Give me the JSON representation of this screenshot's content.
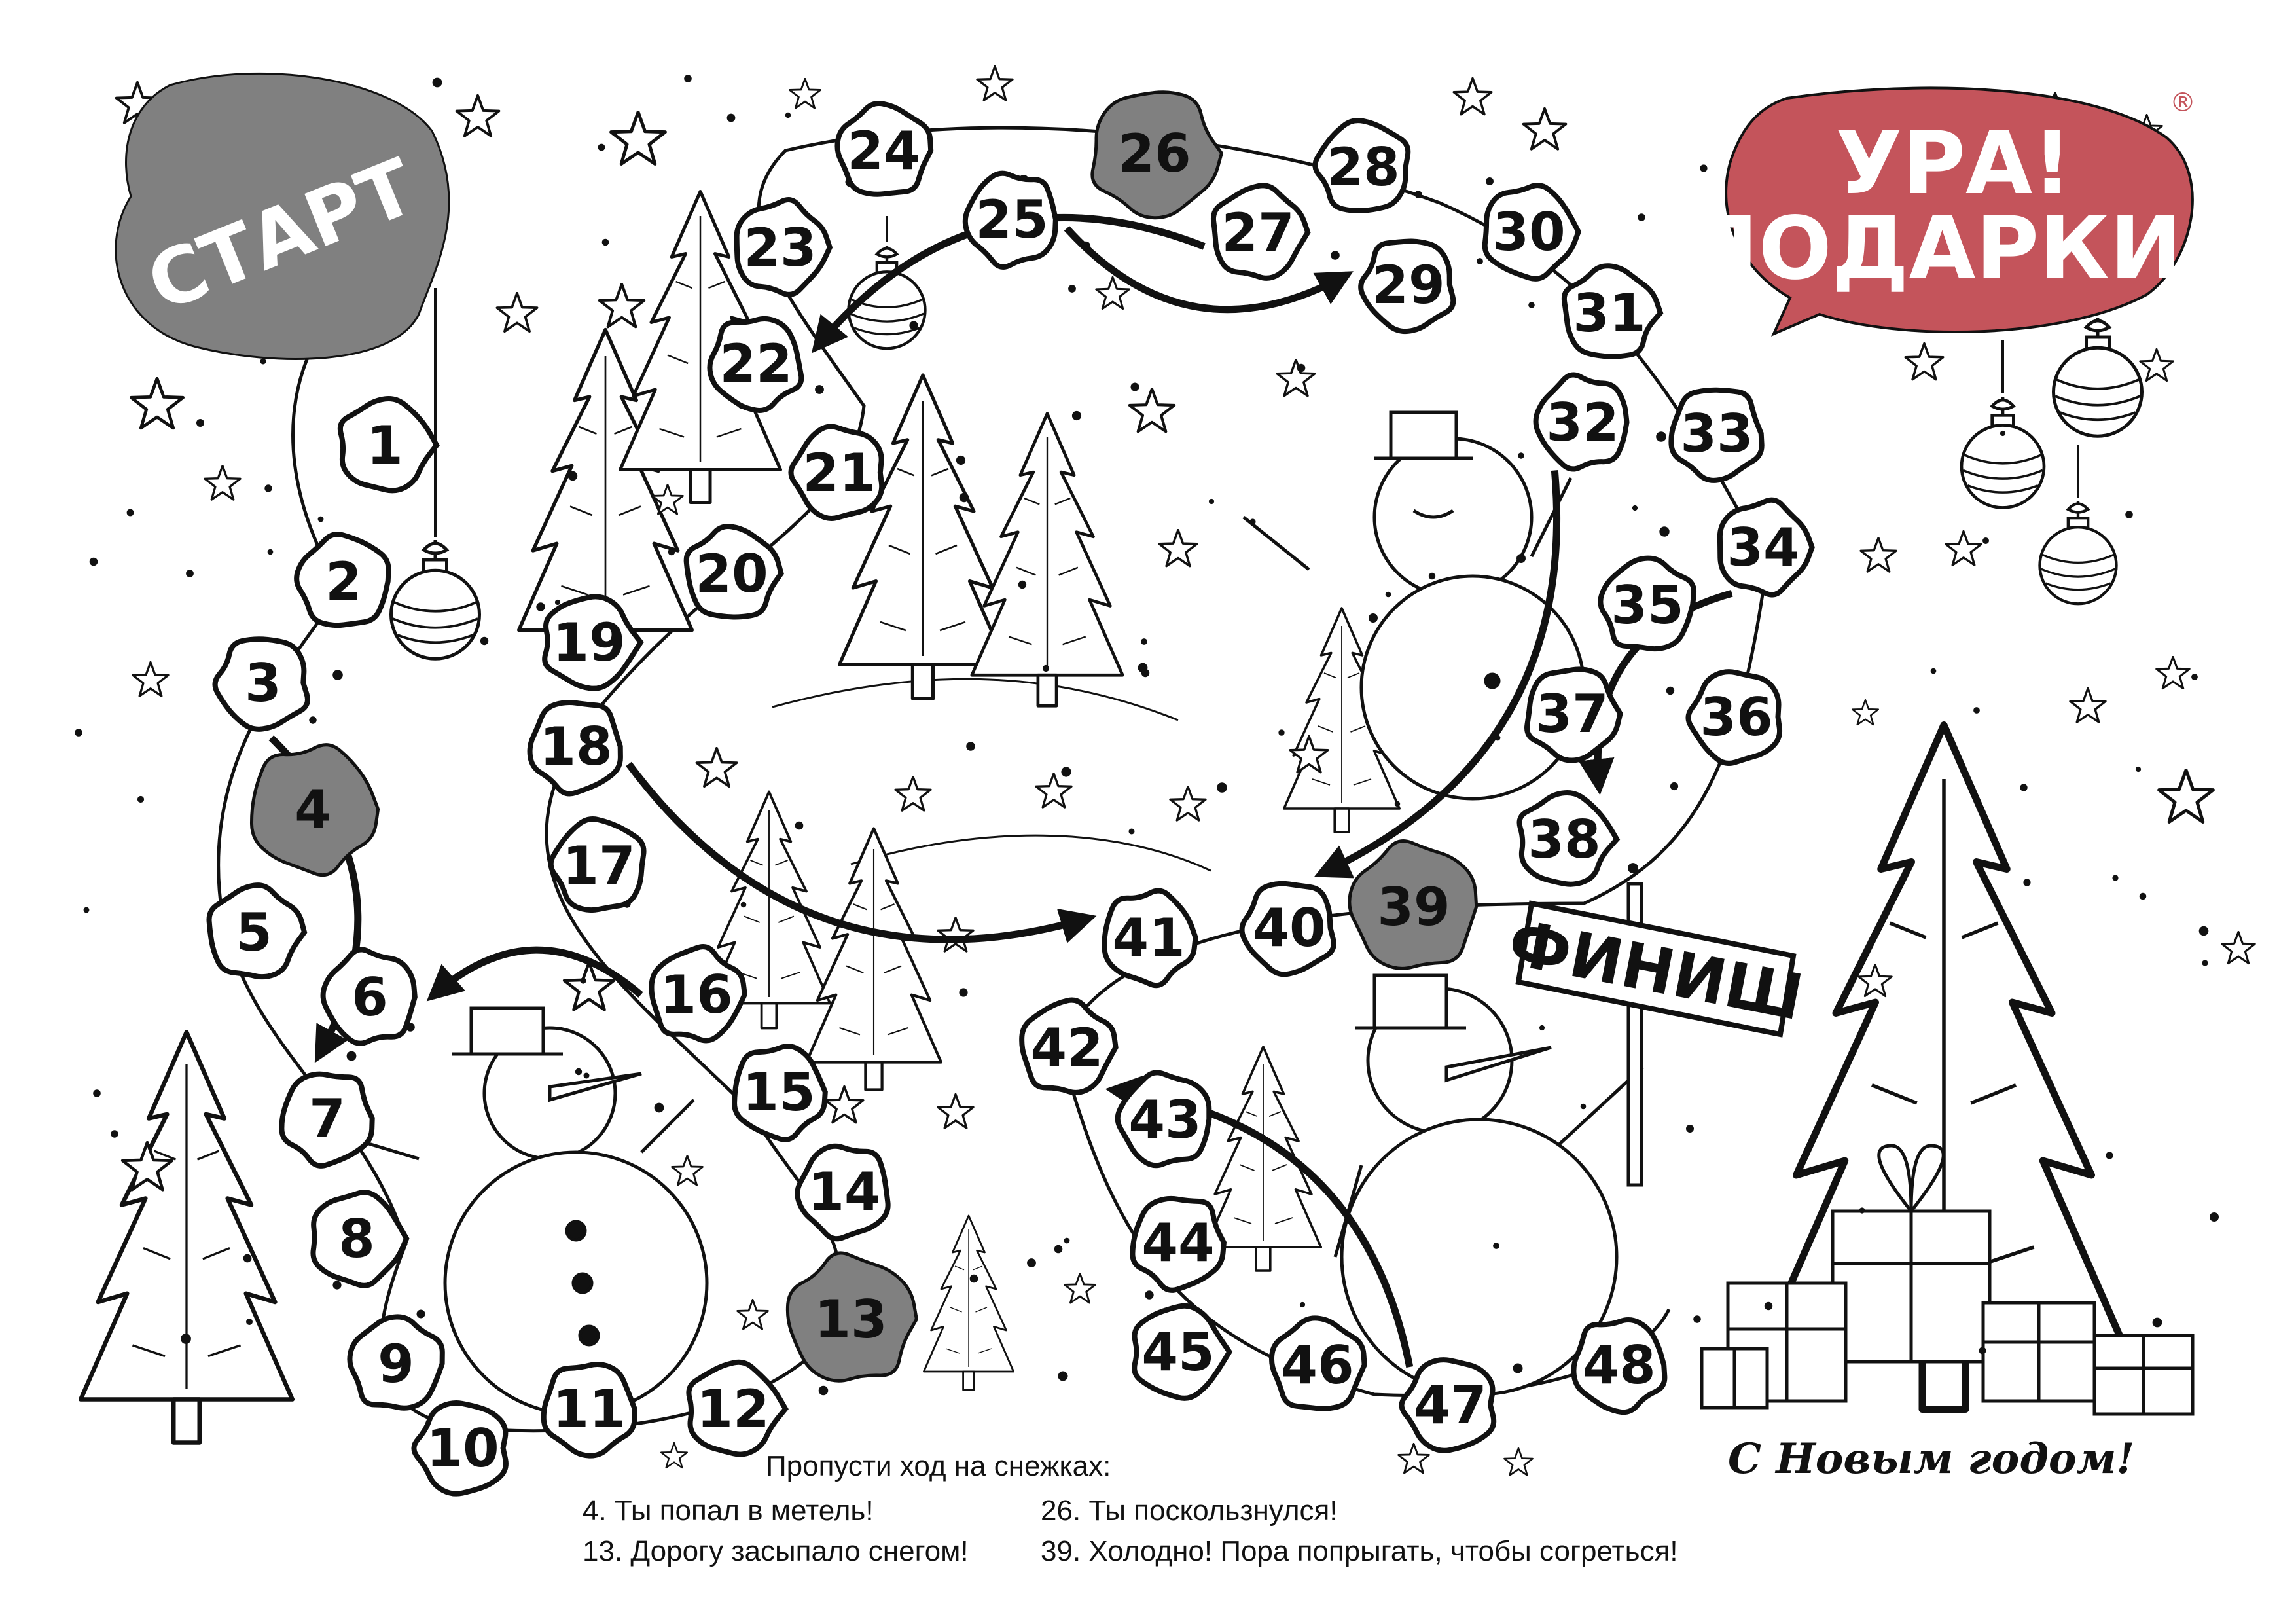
{
  "start_label": "СТАРТ",
  "finish_label": "ФИНИШ",
  "brand": {
    "line1": "УРА!",
    "line2": "ПОДАРКИ!",
    "mark": "®",
    "color": "#c4545b"
  },
  "greeting": "С Новым годом!",
  "colors": {
    "skip_cell": "#808080",
    "start_blob": "#808080",
    "ink": "#111111"
  },
  "cells": [
    {
      "n": "1",
      "skip": false
    },
    {
      "n": "2",
      "skip": false
    },
    {
      "n": "3",
      "skip": false
    },
    {
      "n": "4",
      "skip": true
    },
    {
      "n": "5",
      "skip": false
    },
    {
      "n": "6",
      "skip": false
    },
    {
      "n": "7",
      "skip": false
    },
    {
      "n": "8",
      "skip": false
    },
    {
      "n": "9",
      "skip": false
    },
    {
      "n": "10",
      "skip": false
    },
    {
      "n": "11",
      "skip": false
    },
    {
      "n": "12",
      "skip": false
    },
    {
      "n": "13",
      "skip": true
    },
    {
      "n": "14",
      "skip": false
    },
    {
      "n": "15",
      "skip": false
    },
    {
      "n": "16",
      "skip": false
    },
    {
      "n": "17",
      "skip": false
    },
    {
      "n": "18",
      "skip": false
    },
    {
      "n": "19",
      "skip": false
    },
    {
      "n": "20",
      "skip": false
    },
    {
      "n": "21",
      "skip": false
    },
    {
      "n": "22",
      "skip": false
    },
    {
      "n": "23",
      "skip": false
    },
    {
      "n": "24",
      "skip": false
    },
    {
      "n": "25",
      "skip": false
    },
    {
      "n": "26",
      "skip": true
    },
    {
      "n": "27",
      "skip": false
    },
    {
      "n": "28",
      "skip": false
    },
    {
      "n": "29",
      "skip": false
    },
    {
      "n": "30",
      "skip": false
    },
    {
      "n": "31",
      "skip": false
    },
    {
      "n": "32",
      "skip": false
    },
    {
      "n": "33",
      "skip": false
    },
    {
      "n": "34",
      "skip": false
    },
    {
      "n": "35",
      "skip": false
    },
    {
      "n": "36",
      "skip": false
    },
    {
      "n": "37",
      "skip": false
    },
    {
      "n": "38",
      "skip": false
    },
    {
      "n": "39",
      "skip": true
    },
    {
      "n": "40",
      "skip": false
    },
    {
      "n": "41",
      "skip": false
    },
    {
      "n": "42",
      "skip": false
    },
    {
      "n": "43",
      "skip": false
    },
    {
      "n": "44",
      "skip": false
    },
    {
      "n": "45",
      "skip": false
    },
    {
      "n": "46",
      "skip": false
    },
    {
      "n": "47",
      "skip": false
    },
    {
      "n": "48",
      "skip": false
    }
  ],
  "jumps": [
    {
      "from": "3",
      "to": "7"
    },
    {
      "from": "16",
      "to": "6"
    },
    {
      "from": "18",
      "to": "41"
    },
    {
      "from": "25",
      "to": "29"
    },
    {
      "from": "27",
      "to": "22"
    },
    {
      "from": "32",
      "to": "40"
    },
    {
      "from": "34",
      "to": "38"
    },
    {
      "from": "47",
      "to": "42"
    }
  ],
  "rules": {
    "title": "Пропусти ход на снежках:",
    "left": [
      "4. Ты попал в метель!",
      "13. Дорогу засыпало снегом!"
    ],
    "right": [
      "26. Ты поскользнулся!",
      "39. Холодно! Пора попрыгать, чтобы согреться!"
    ]
  },
  "icons": [
    "star-icon",
    "bauble-icon",
    "fir-tree-icon",
    "snowman-icon",
    "gift-box-icon",
    "snowflake-dot-icon"
  ]
}
